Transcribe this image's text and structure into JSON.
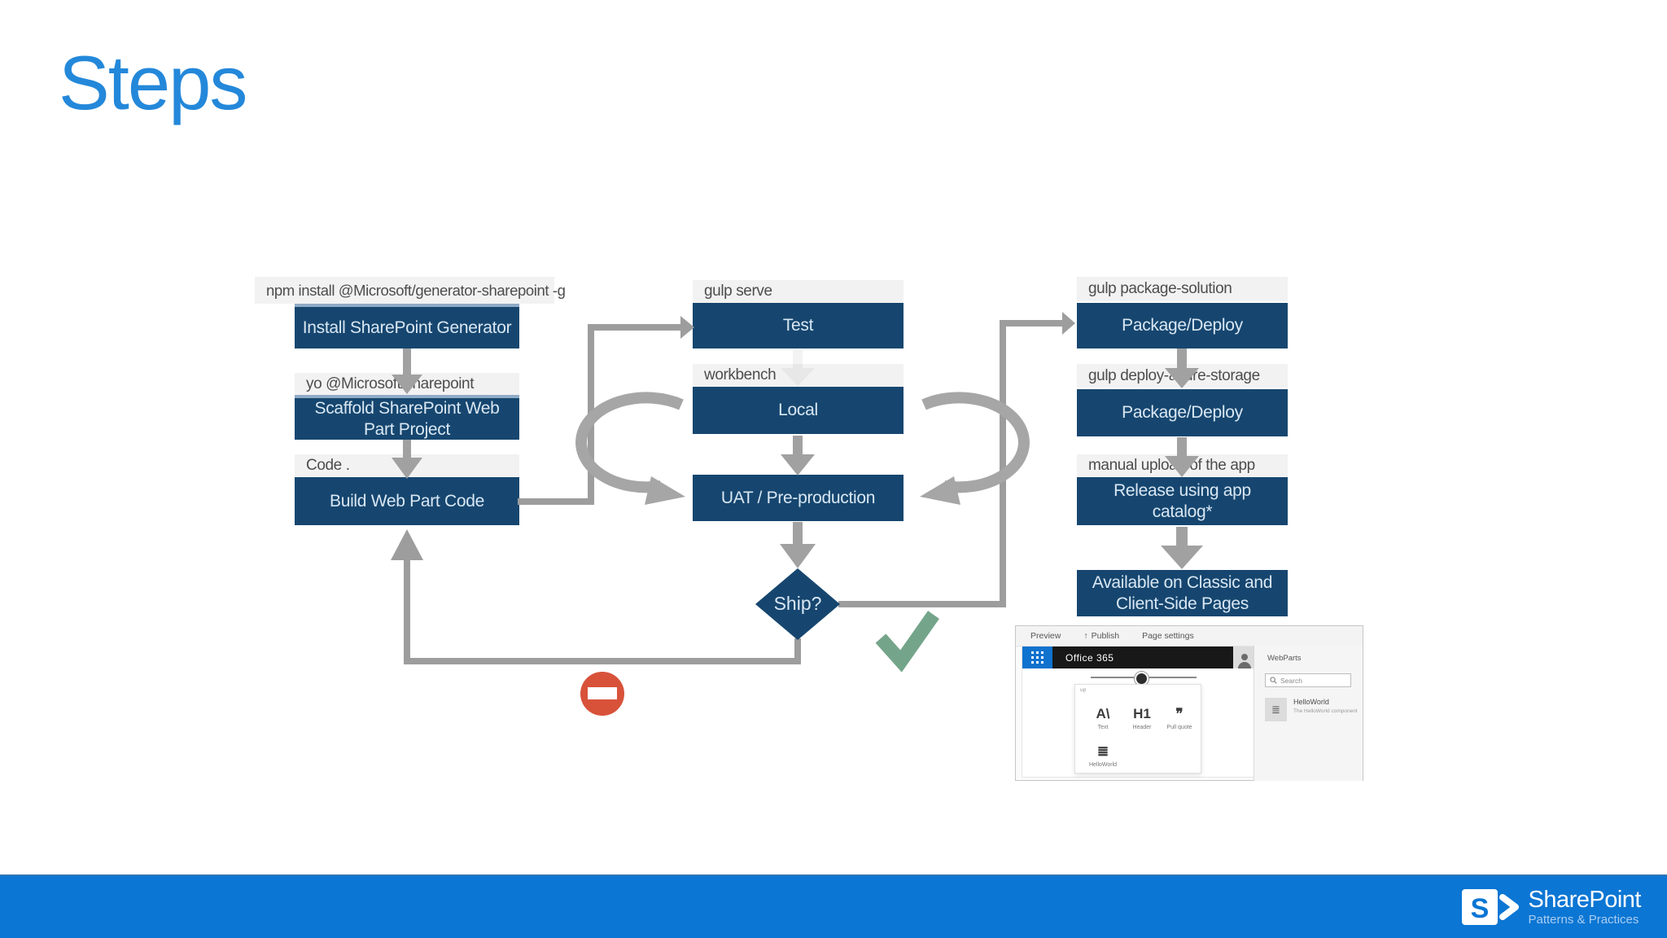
{
  "title": "Steps",
  "colors": {
    "title_blue": "#2488da",
    "box_navy": "#16466f",
    "box_text": "#d9e7f3",
    "label_bg": "#f2f2f2",
    "label_text": "#4d4d4d",
    "arrow_gray": "#a1a1a1",
    "footer_blue": "#0b76d4",
    "check_green": "#74a58a",
    "stop_red": "#d8523a"
  },
  "flow": {
    "col1": [
      {
        "cmd": "npm install @Microsoft/generator-sharepoint -g",
        "box": "Install SharePoint Generator"
      },
      {
        "cmd": "yo @Microsoft/sharepoint",
        "box": "Scaffold SharePoint Web Part Project"
      },
      {
        "cmd": "Code .",
        "box": "Build Web Part Code"
      }
    ],
    "col2": [
      {
        "cmd": "gulp serve",
        "box": "Test"
      },
      {
        "cmd": "workbench",
        "box": "Local"
      },
      {
        "box": "UAT / Pre-production"
      }
    ],
    "decision": "Ship?",
    "col3": [
      {
        "cmd": "gulp package-solution",
        "box": "Package/Deploy"
      },
      {
        "cmd": "gulp deploy-azure-storage",
        "box": "Package/Deploy"
      },
      {
        "cmd": "manual upload of the app",
        "box": "Release using app catalog*"
      },
      {
        "box": "Available on Classic and Client-Side Pages"
      }
    ]
  },
  "screenshot": {
    "toolbar": {
      "preview": "Preview",
      "publish": "Publish",
      "page_settings": "Page settings"
    },
    "suite_brand": "Office 365",
    "toolbox": {
      "hint": "up",
      "items": [
        {
          "icon": "text-icon",
          "glyph": "A\\",
          "label": "Text"
        },
        {
          "icon": "header-icon",
          "glyph": "H1",
          "label": "Header"
        },
        {
          "icon": "pull-quote-icon",
          "glyph": "❞",
          "label": "Pull quote"
        },
        {
          "icon": "list-webpart-icon",
          "glyph": "≣",
          "label": "HelloWorld"
        }
      ]
    },
    "webparts_panel": {
      "title": "WebParts",
      "search_placeholder": "Search",
      "item": {
        "name": "HelloWorld",
        "description": "The HelloWorld component",
        "glyph": "≣"
      }
    }
  },
  "footer": {
    "logo_letter": "S",
    "brand": "SharePoint",
    "tagline": "Patterns & Practices"
  }
}
